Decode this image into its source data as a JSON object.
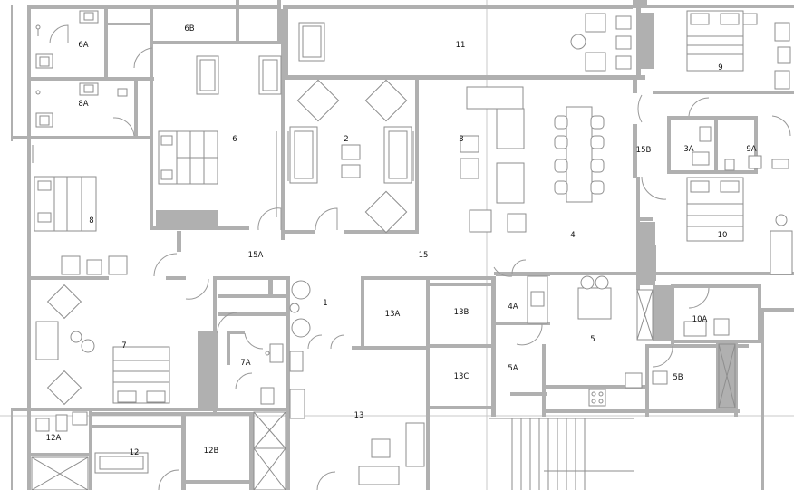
{
  "rooms": {
    "r6A": "6A",
    "r6B": "6B",
    "r11": "11",
    "r8A": "8A",
    "r2": "2",
    "r3": "3",
    "r6": "6",
    "r15B": "15B",
    "r3A": "3A",
    "r9A": "9A",
    "r9": "9",
    "r8": "8",
    "r4": "4",
    "r10": "10",
    "r15A": "15A",
    "r15": "15",
    "r1": "1",
    "r13A": "13A",
    "r13B": "13B",
    "r4A": "4A",
    "r10A": "10A",
    "r7": "7",
    "r5": "5",
    "r7A": "7A",
    "r5A": "5A",
    "r13C": "13C",
    "r5B": "5B",
    "r13": "13",
    "r12A": "12A",
    "r12": "12",
    "r12B": "12B"
  },
  "colors": {
    "wall": "#b0b0b0",
    "furniture_stroke": "#8e8e8e",
    "background": "#ffffff",
    "label": "#111111"
  }
}
